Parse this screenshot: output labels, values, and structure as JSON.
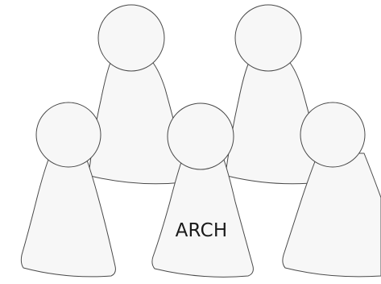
{
  "figure": {
    "pawns": [
      {
        "id": "back-left",
        "label": ""
      },
      {
        "id": "back-right",
        "label": ""
      },
      {
        "id": "front-left",
        "label": ""
      },
      {
        "id": "front-center",
        "label": "ARCH"
      },
      {
        "id": "front-right",
        "label": ""
      }
    ]
  }
}
